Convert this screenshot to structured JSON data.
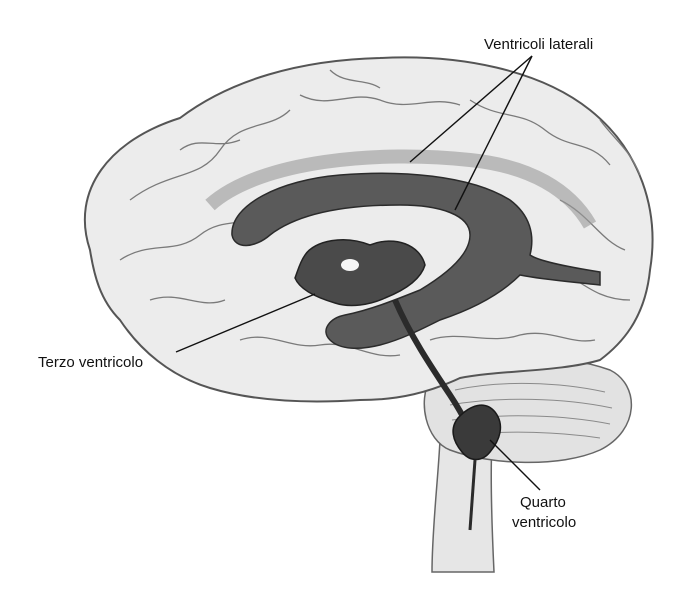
{
  "labels": {
    "lateral_ventricles": "Ventricoli laterali",
    "third_ventricle": "Terzo ventricolo",
    "fourth_ventricle_line1": "Quarto",
    "fourth_ventricle_line2": "ventricolo"
  },
  "colors": {
    "background": "#ffffff",
    "brain_fill": "#ececec",
    "brain_outline": "#555555",
    "ventricle_fill": "#5a5a5a",
    "ventricle_dark": "#2b2b2b",
    "leader_line": "#111111"
  }
}
